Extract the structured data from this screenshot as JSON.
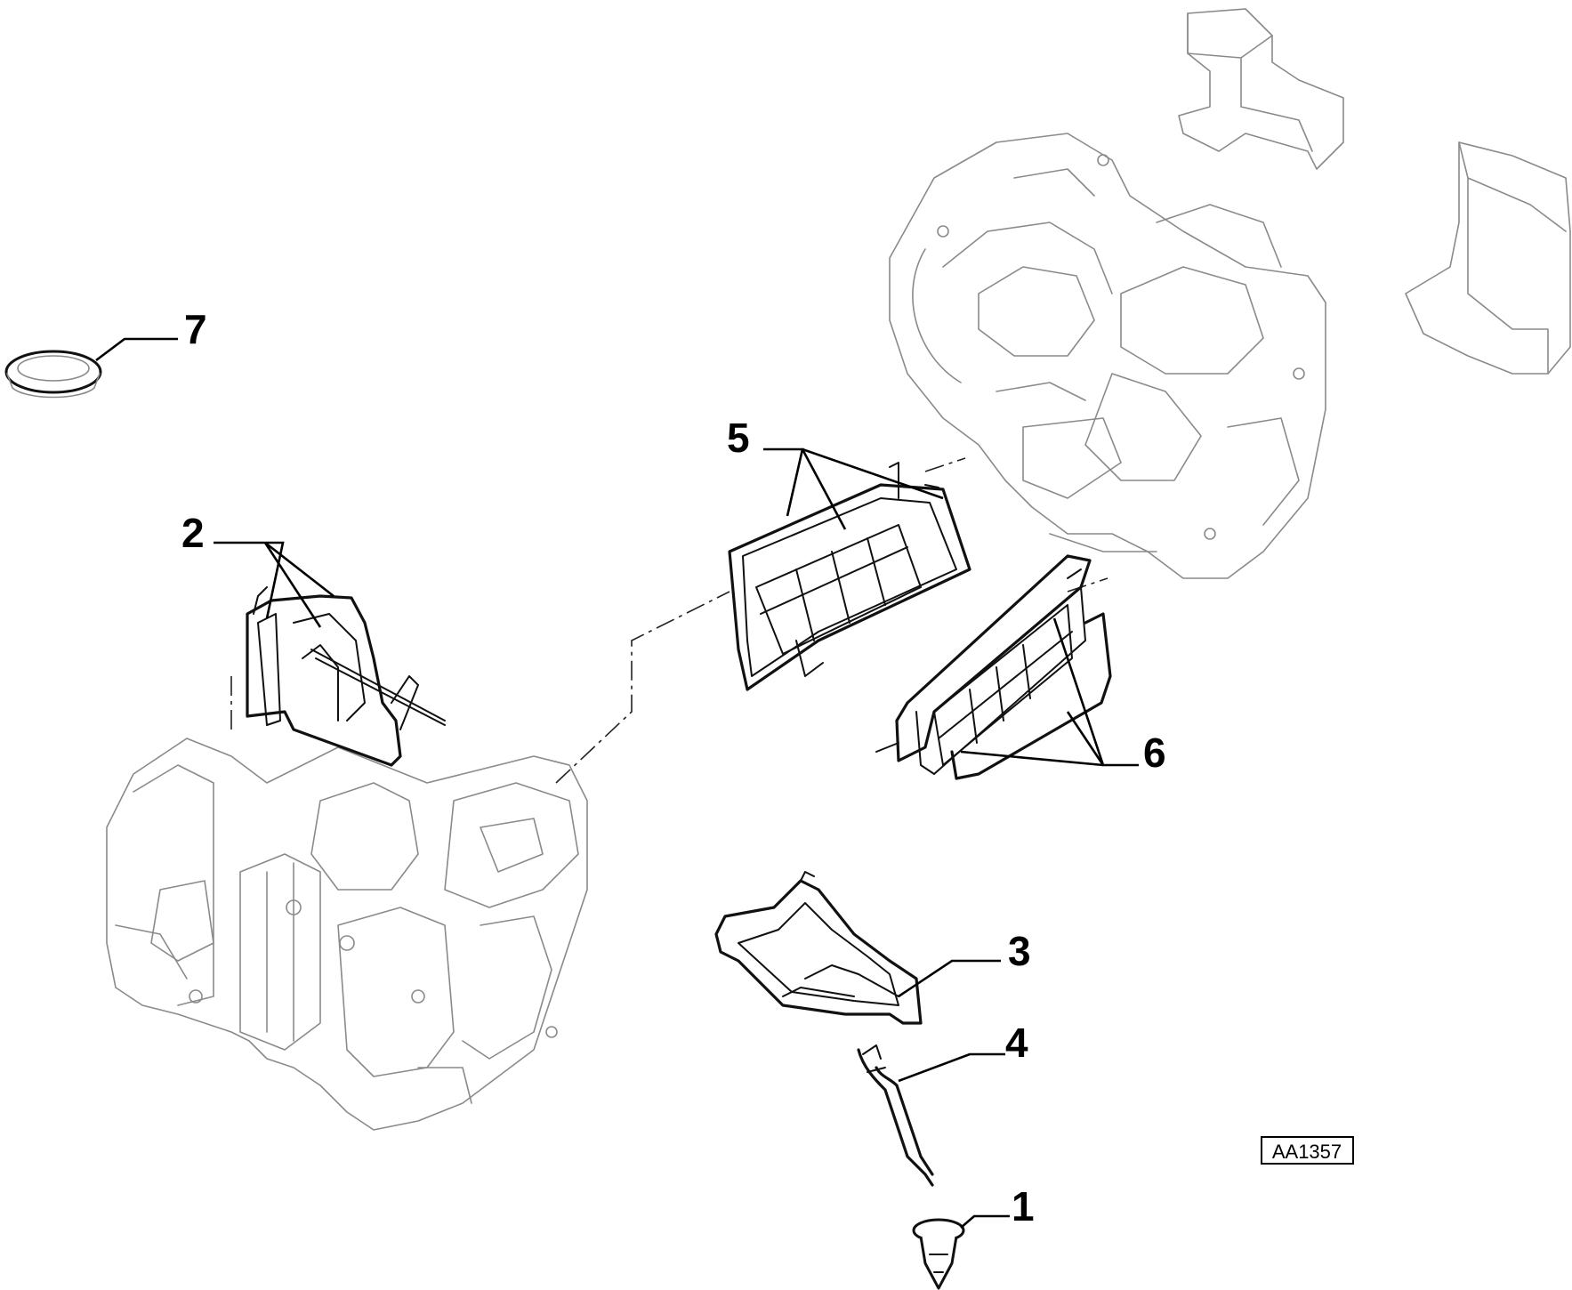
{
  "diagram_ref": "AA1357",
  "callouts": [
    {
      "id": "1",
      "label": "1"
    },
    {
      "id": "2",
      "label": "2"
    },
    {
      "id": "3",
      "label": "3"
    },
    {
      "id": "4",
      "label": "4"
    },
    {
      "id": "5",
      "label": "5"
    },
    {
      "id": "6",
      "label": "6"
    },
    {
      "id": "7",
      "label": "7"
    }
  ],
  "colors": {
    "background": "#ffffff",
    "highlighted_part": "#111111",
    "context_outline": "#8a8a8a"
  }
}
